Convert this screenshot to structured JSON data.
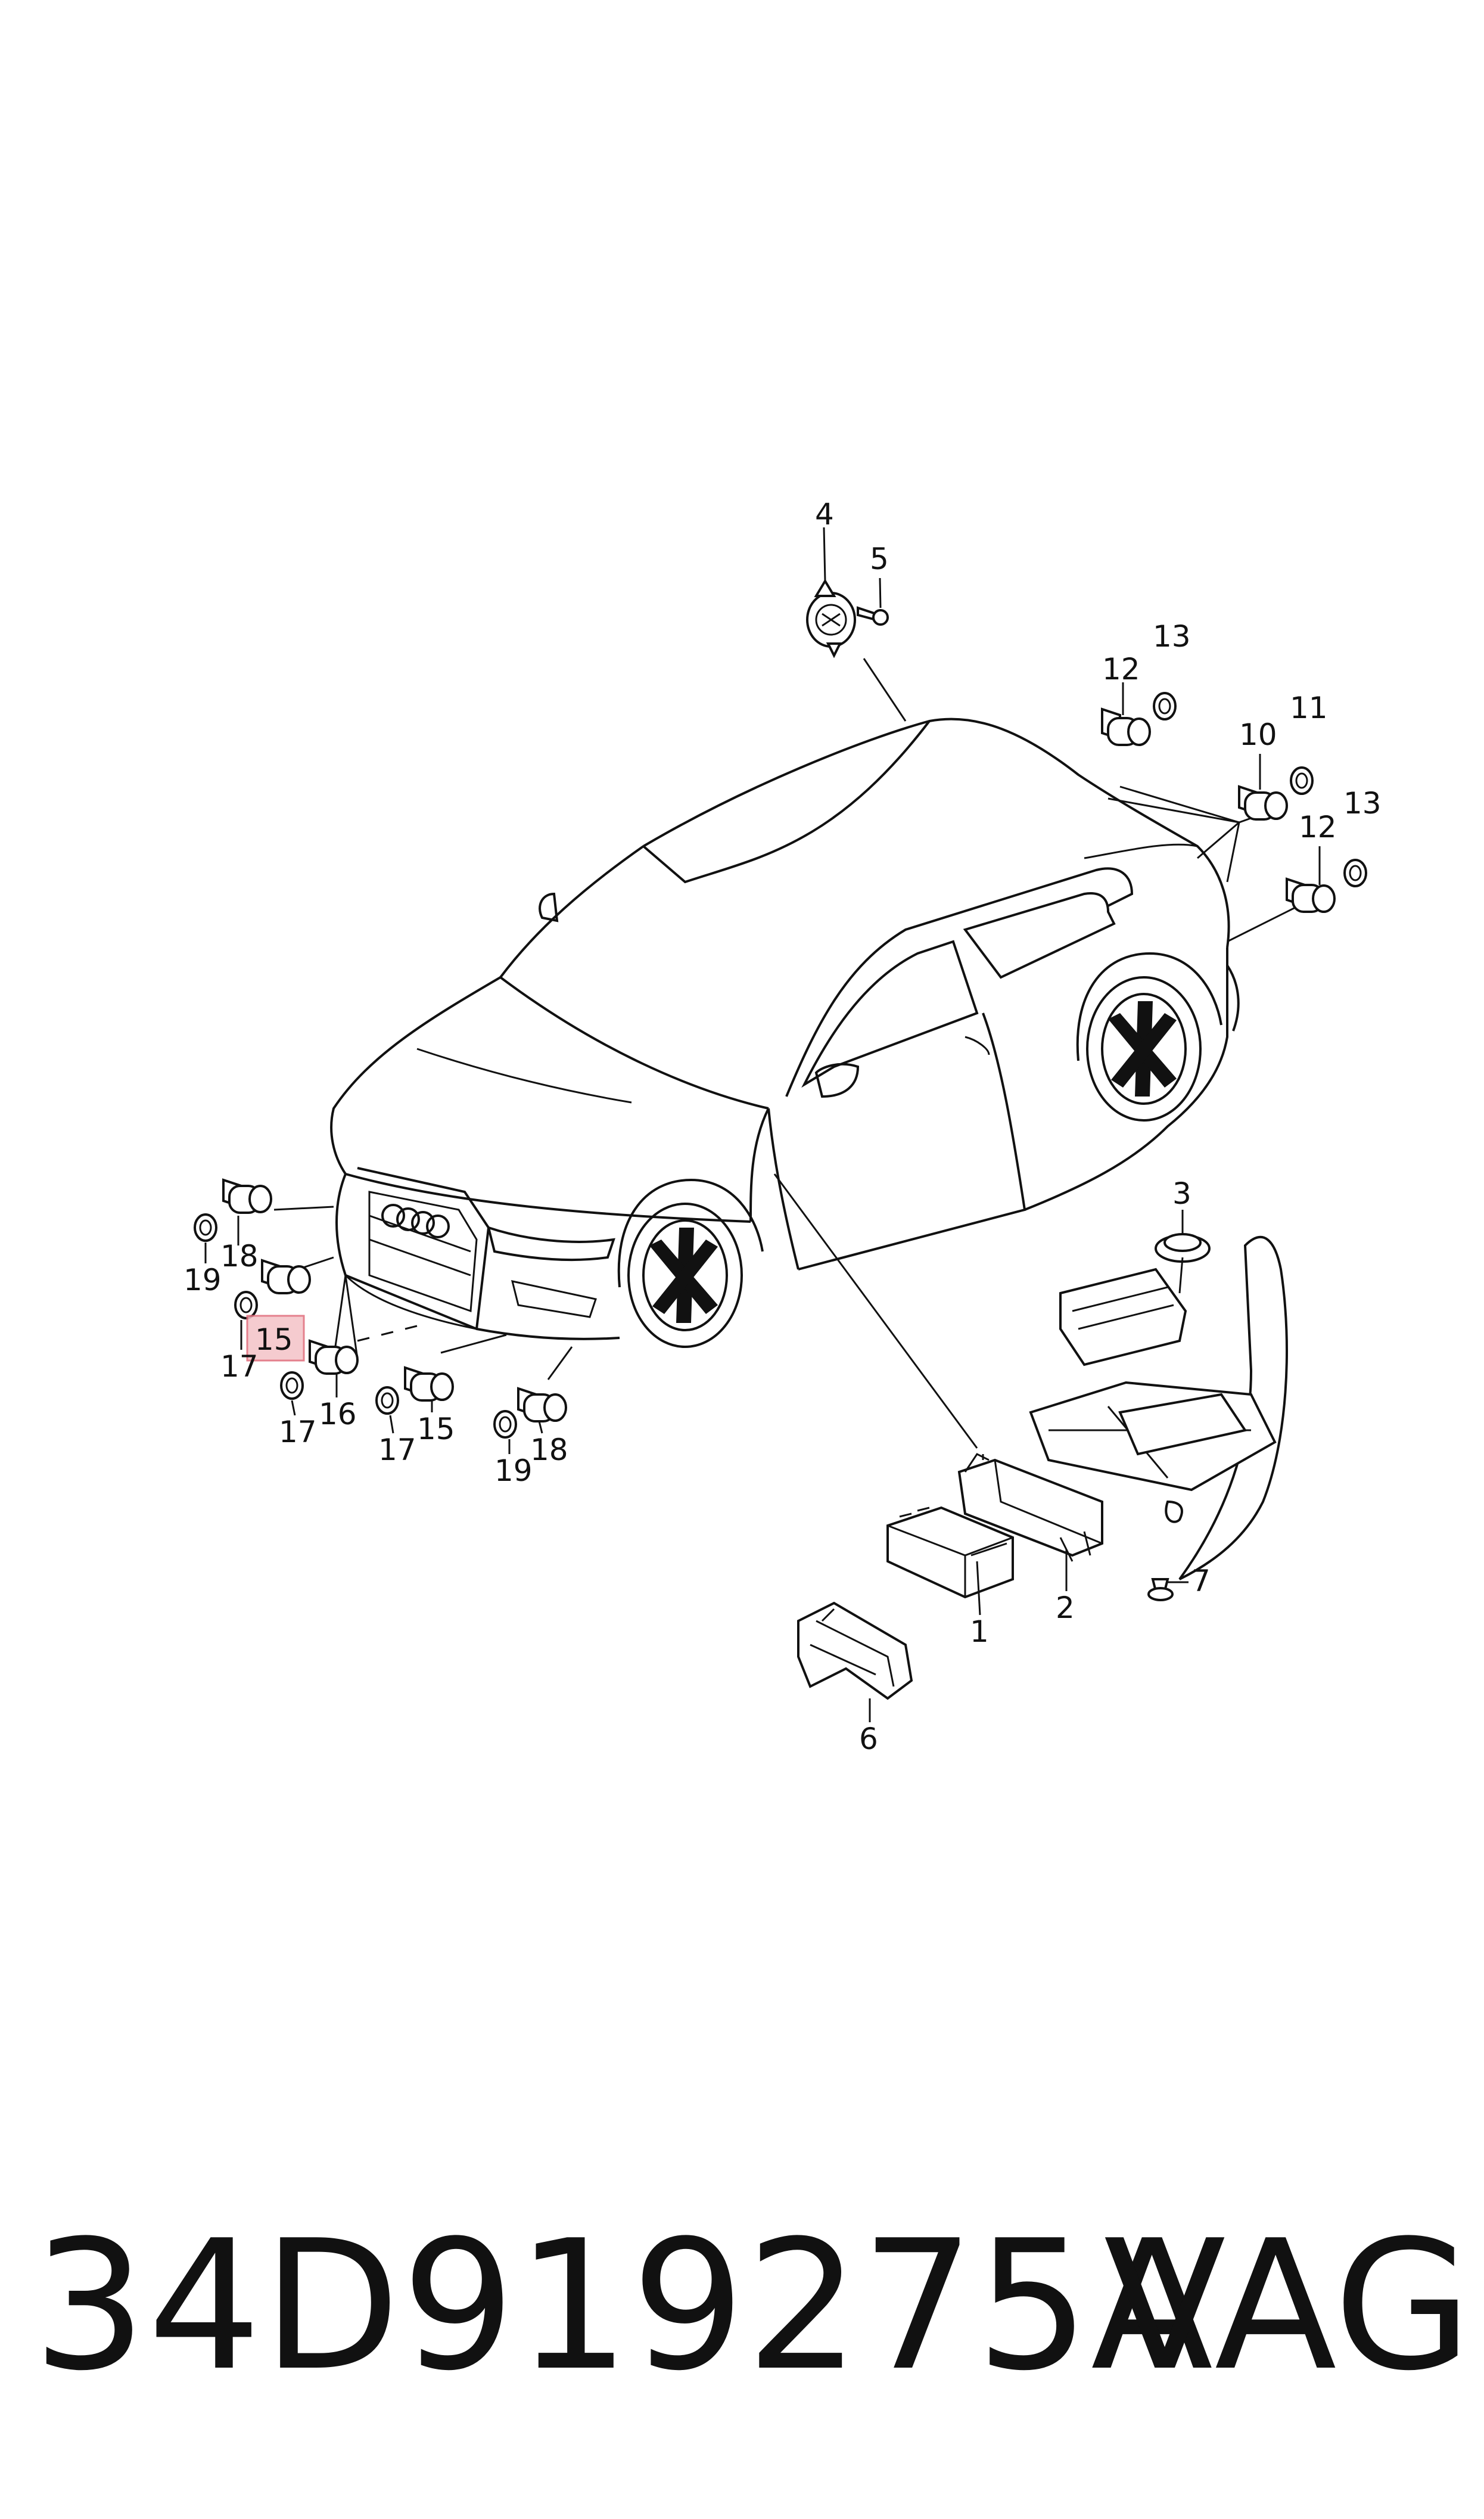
{
  "diagram": {
    "callouts": {
      "c1": "1",
      "c2": "2",
      "c3": "3",
      "c4": "4",
      "c5": "5",
      "c6": "6",
      "c7": "7",
      "c10": "10",
      "c11": "11",
      "c12a": "12",
      "c12b": "12",
      "c13a": "13",
      "c13b": "13",
      "c15_highlight": "15",
      "c15": "15",
      "c16": "16",
      "c17a": "17",
      "c17b": "17",
      "c17c": "17",
      "c18a": "18",
      "c18b": "18",
      "c19a": "19",
      "c19b": "19"
    },
    "highlight_color": "#f4c2c7"
  },
  "footer": {
    "part_number": "34D919275A",
    "brand": "VAG"
  }
}
